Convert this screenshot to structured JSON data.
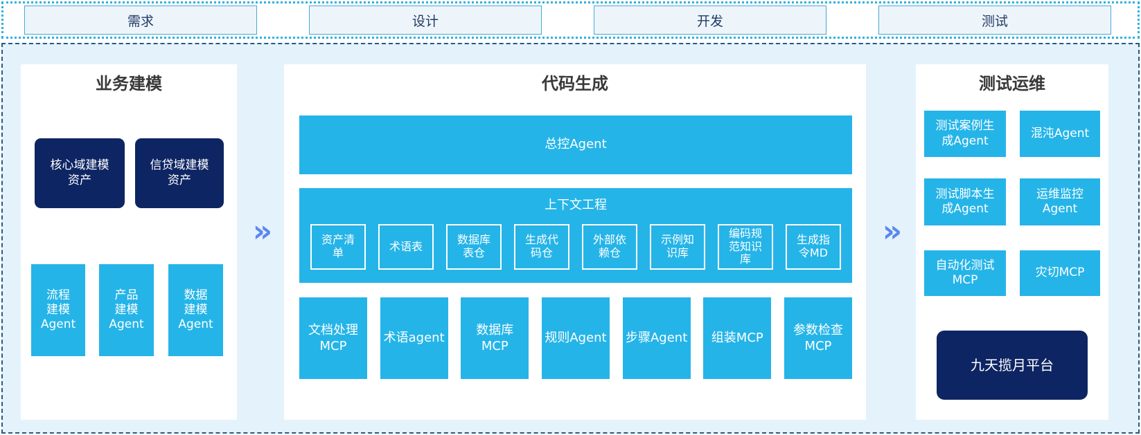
{
  "arrow_glyph": "»",
  "colors": {
    "cyan": "#25b4e8",
    "navy": "#0e2563",
    "arrow_blue": "#5b88ef",
    "area_background": "#e4f2fb",
    "phase_fill": "#eef5fa",
    "phase_border": "#46a9d5",
    "dotted_border": "#2fb0df",
    "dashed_border": "#235a84"
  },
  "phases": [
    {
      "label": "需求"
    },
    {
      "label": "设计"
    },
    {
      "label": "开发"
    },
    {
      "label": "测试"
    }
  ],
  "business_modeling": {
    "title": "业务建模",
    "asset_boxes": [
      {
        "label": "核心域建模\n资产"
      },
      {
        "label": "信贷域建模\n资产"
      }
    ],
    "agent_boxes": [
      {
        "label": "流程\n建模\nAgent"
      },
      {
        "label": "产品\n建模\nAgent"
      },
      {
        "label": "数据\n建模\nAgent"
      }
    ]
  },
  "code_generation": {
    "title": "代码生成",
    "master_agent": "总控Agent",
    "context_engineering": {
      "title": "上下文工程",
      "items": [
        {
          "label": "资产清\n单"
        },
        {
          "label": "术语表"
        },
        {
          "label": "数据库\n表仓"
        },
        {
          "label": "生成代\n码仓"
        },
        {
          "label": "外部依\n赖仓"
        },
        {
          "label": "示例知\n识库"
        },
        {
          "label": "编码规\n范知识\n库"
        },
        {
          "label": "生成指\n令MD"
        }
      ]
    },
    "mcp_agents": [
      {
        "label": "文档处理\nMCP"
      },
      {
        "label": "术语agent"
      },
      {
        "label": "数据库\nMCP"
      },
      {
        "label": "规则Agent"
      },
      {
        "label": "步骤Agent"
      },
      {
        "label": "组装MCP"
      },
      {
        "label": "参数检查\nMCP"
      }
    ]
  },
  "test_ops": {
    "title": "测试运维",
    "boxes": [
      {
        "label": "测试案例生\n成Agent"
      },
      {
        "label": "混沌Agent"
      },
      {
        "label": "测试脚本生\n成Agent"
      },
      {
        "label": "运维监控\nAgent"
      },
      {
        "label": "自动化测试\nMCP"
      },
      {
        "label": "灾切MCP"
      }
    ],
    "platform": "九天揽月平台"
  }
}
